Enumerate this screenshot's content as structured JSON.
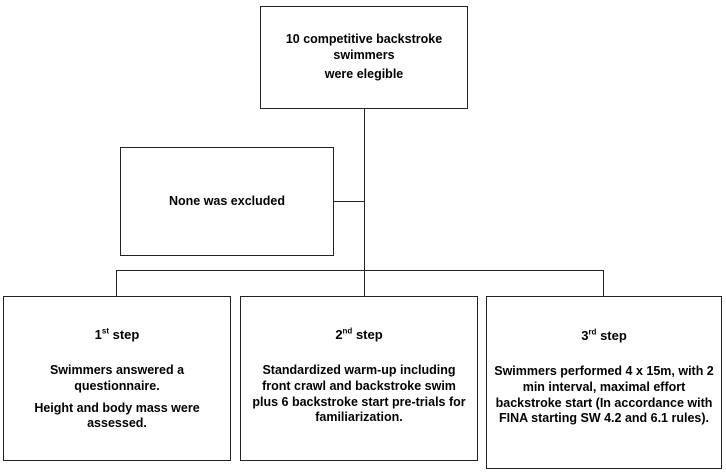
{
  "top_box": {
    "line1": "10 competitive backstroke swimmers",
    "line2": "were elegible"
  },
  "exclusion_box": {
    "text": "None was excluded"
  },
  "steps": [
    {
      "number": "1",
      "ordinal_suffix": "st",
      "word": "step",
      "paragraphs": [
        "Swimmers answered a questionnaire.",
        "Height and body mass were assessed."
      ]
    },
    {
      "number": "2",
      "ordinal_suffix": "nd",
      "word": "step",
      "paragraphs": [
        "Standardized warm-up including front crawl and backstroke swim plus 6 backstroke start pre-trials for familiarization."
      ]
    },
    {
      "number": "3",
      "ordinal_suffix": "rd",
      "word": "step",
      "paragraphs": [
        "Swimmers performed 4 x 15m, with 2 min interval,  maximal effort backstroke start (In accordance with FINA starting SW 4.2 and 6.1 rules)."
      ]
    }
  ]
}
